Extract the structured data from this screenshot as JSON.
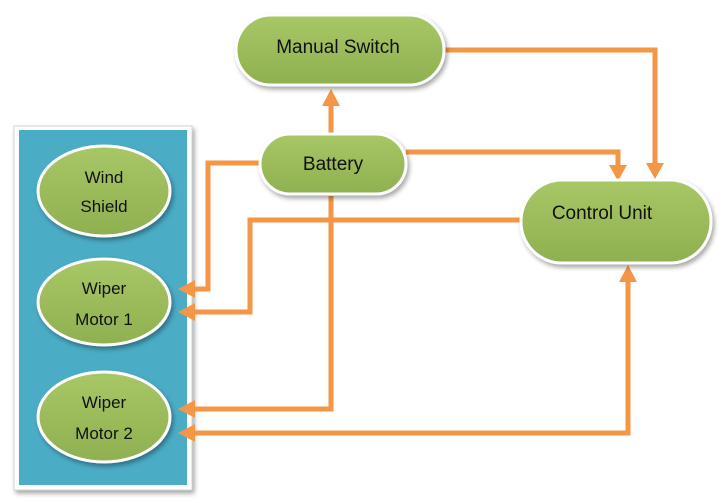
{
  "diagram": {
    "nodes": {
      "manual_switch": {
        "label": "Manual Switch"
      },
      "battery": {
        "label": "Battery"
      },
      "control_unit": {
        "label": "Control Unit"
      },
      "wind_shield": {
        "line1": "Wind",
        "line2": "Shield"
      },
      "wiper_motor_1": {
        "line1": "Wiper",
        "line2": "Motor 1"
      },
      "wiper_motor_2": {
        "line1": "Wiper",
        "line2": "Motor 2"
      }
    },
    "connections": [
      {
        "from": "battery",
        "to": "manual_switch"
      },
      {
        "from": "manual_switch",
        "to": "control_unit"
      },
      {
        "from": "battery",
        "to": "control_unit"
      },
      {
        "from": "battery",
        "to": "wiper_motor_1"
      },
      {
        "from": "control_unit",
        "to": "wiper_motor_1"
      },
      {
        "from": "battery",
        "to": "wiper_motor_2"
      },
      {
        "from": "wiper_motor_2",
        "to": "control_unit"
      }
    ],
    "colors": {
      "node_fill": "#9bbb59",
      "panel_fill": "#4bacc6",
      "connector": "#f39646"
    }
  }
}
